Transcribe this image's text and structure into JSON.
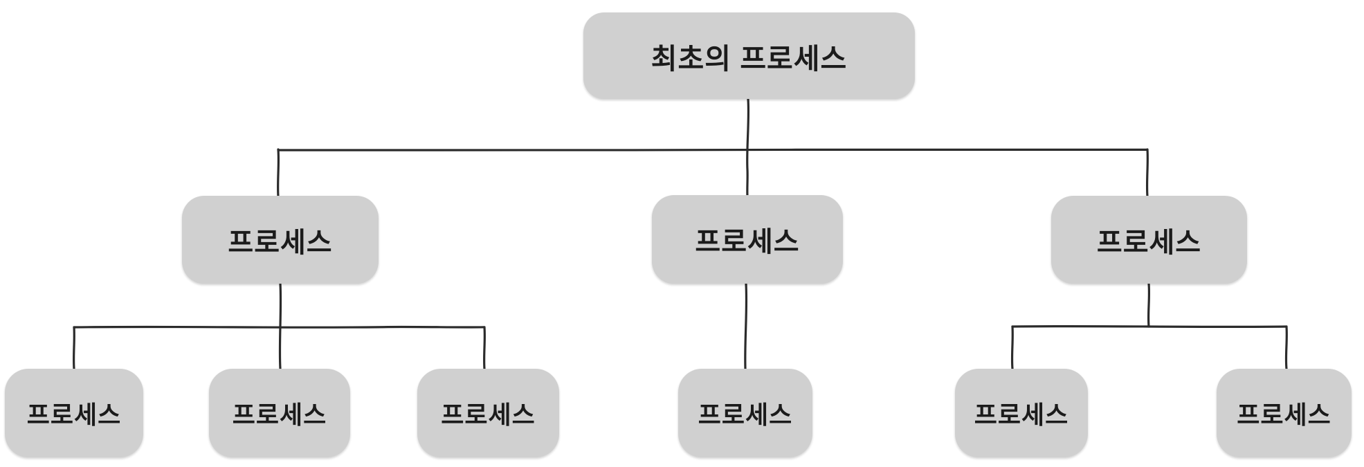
{
  "diagram": {
    "type": "tree",
    "colors": {
      "background": "#ffffff",
      "box_fill": "#d0d0d0",
      "line": "#2b2b2b",
      "text": "#1b1b1b"
    },
    "root": {
      "label": "최초의 프로세스"
    },
    "level2": [
      {
        "label": "프로세스",
        "children_count": 3
      },
      {
        "label": "프로세스",
        "children_count": 1
      },
      {
        "label": "프로세스",
        "children_count": 2
      }
    ],
    "level3": [
      {
        "label": "프로세스",
        "parent_index": 0
      },
      {
        "label": "프로세스",
        "parent_index": 0
      },
      {
        "label": "프로세스",
        "parent_index": 0
      },
      {
        "label": "프로세스",
        "parent_index": 1
      },
      {
        "label": "프로세스",
        "parent_index": 2
      },
      {
        "label": "프로세스",
        "parent_index": 2
      }
    ]
  }
}
